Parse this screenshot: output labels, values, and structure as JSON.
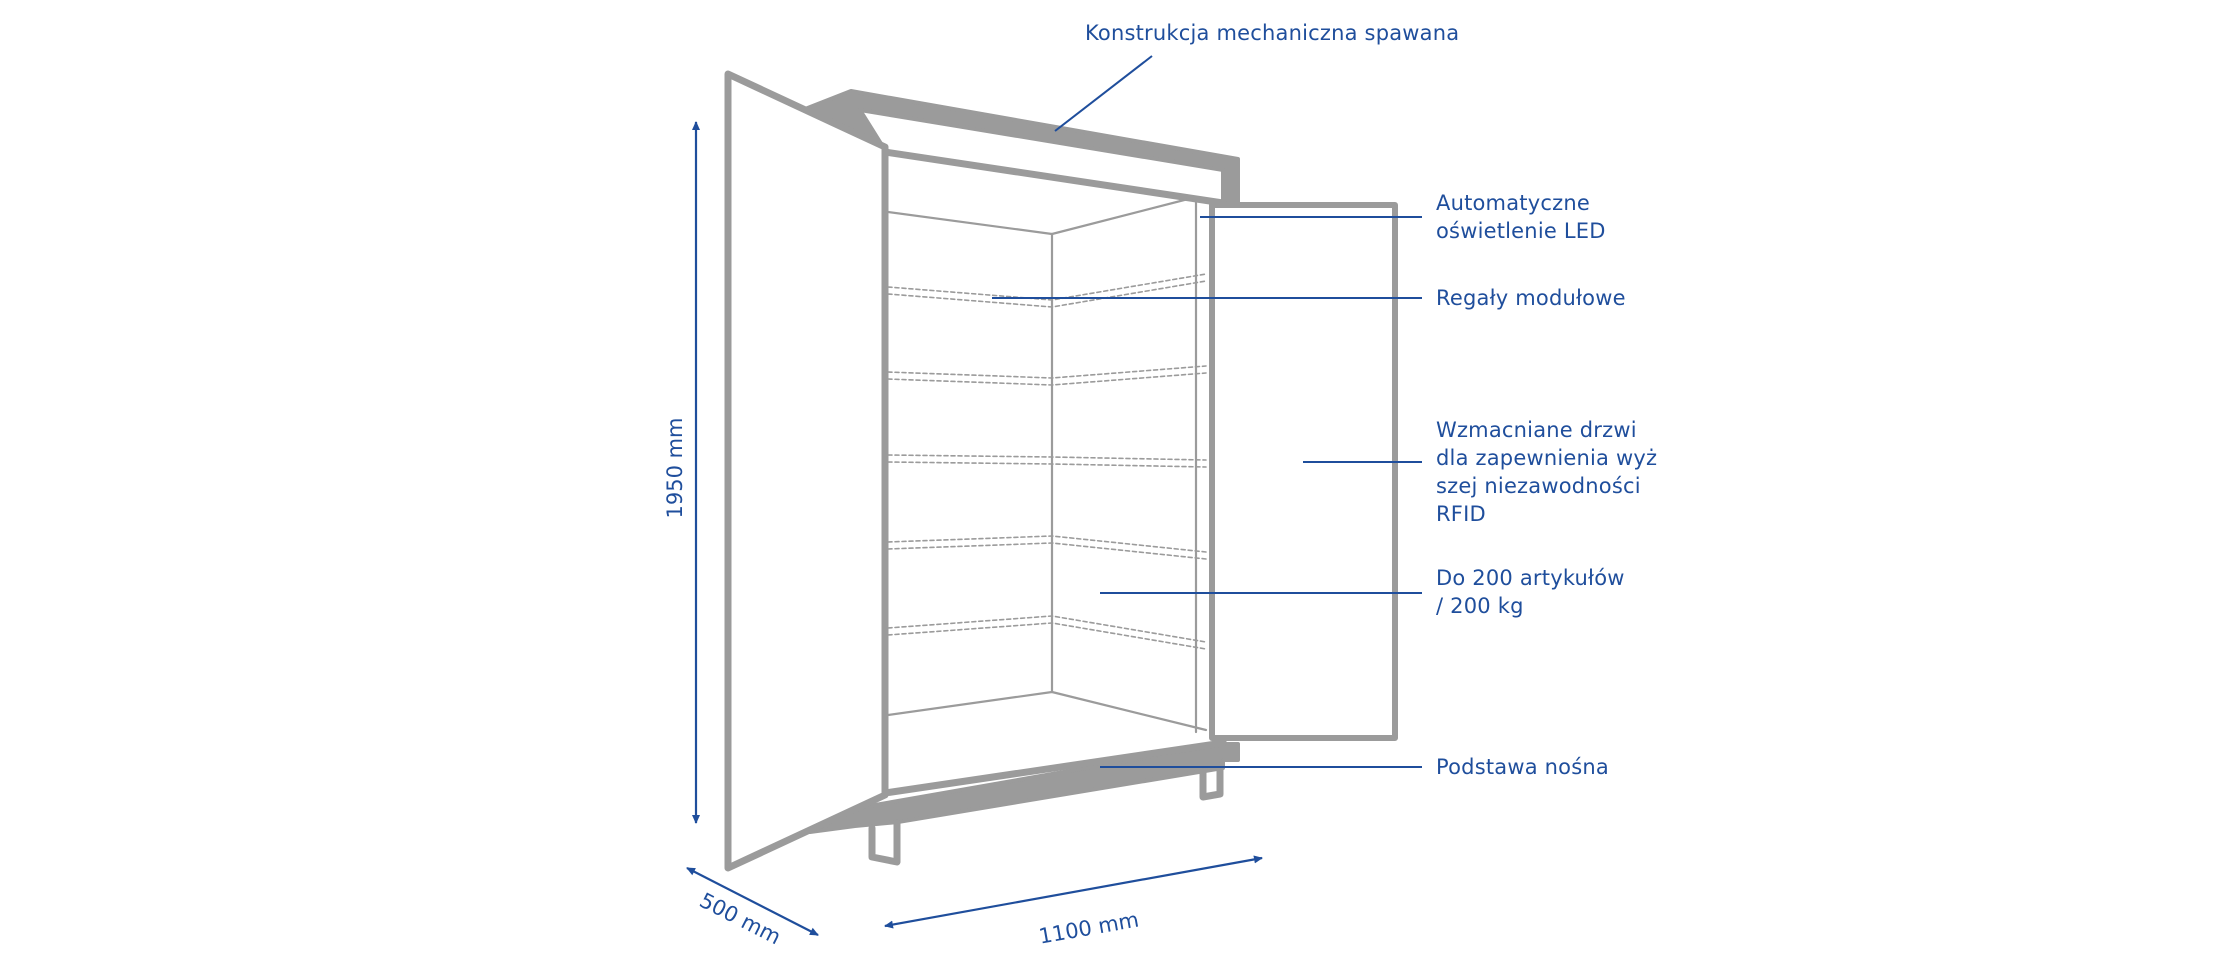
{
  "diagram": {
    "colors": {
      "label": "#1f4e9c",
      "frame": "#9b9b9b",
      "shelf": "#9b9b9b",
      "background": "#ffffff"
    },
    "labels": {
      "welded_structure": "Konstrukcja mechaniczna spawana",
      "led_line1": "Automatyczne",
      "led_line2": "oświetlenie LED",
      "modular_shelves": "Regały modułowe",
      "door_line1": "Wzmacniane drzwi",
      "door_line2": "dla zapewnienia wyż",
      "door_line3": "szej niezawodności",
      "door_line4": "RFID",
      "capacity_line1": "Do 200 artykułów",
      "capacity_line2": "/ 200 kg",
      "base": "Podstawa nośna"
    },
    "dimensions": {
      "height": "1950 mm",
      "depth": "500 mm",
      "width": "1100 mm"
    }
  }
}
